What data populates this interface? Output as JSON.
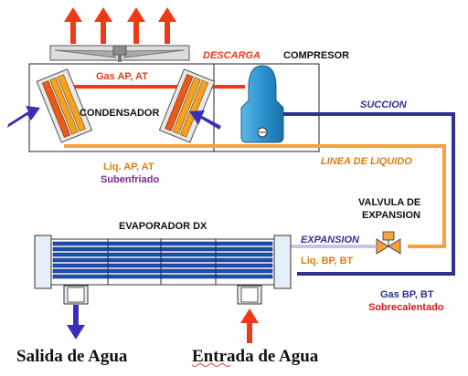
{
  "labels": {
    "descarga": "DESCARGA",
    "compresor": "COMPRESOR",
    "gas_ap_at": "Gas AP, AT",
    "condensador": "CONDENSADOR",
    "succion": "SUCCION",
    "liq_ap_at": "Liq. AP, AT",
    "subenfriado": "Subenfriado",
    "linea_de_liquido": "LINEA DE LIQUIDO",
    "valvula_line1": "VALVULA DE",
    "valvula_line2": "EXPANSION",
    "evaporador": "EVAPORADOR DX",
    "expansion": "EXPANSION",
    "liq_bp_bt": "Liq. BP, BT",
    "gas_bp_bt": "Gas BP, BT",
    "sobrecalentado": "Sobrecalentado",
    "salida_agua": "Salida de Agua",
    "entrada_agua": "Entrada de Agua"
  },
  "colors": {
    "hot_red": "#f03a17",
    "liquid_orange": "#f7a23c",
    "suction_blue": "#2e3192",
    "compressor_blue": "#2b93d0",
    "arrow_blue": "#3b2fb8",
    "label_orange": "#e07b12",
    "label_purple": "#7a2a8c",
    "tube_blue": "#1f4eb0"
  }
}
